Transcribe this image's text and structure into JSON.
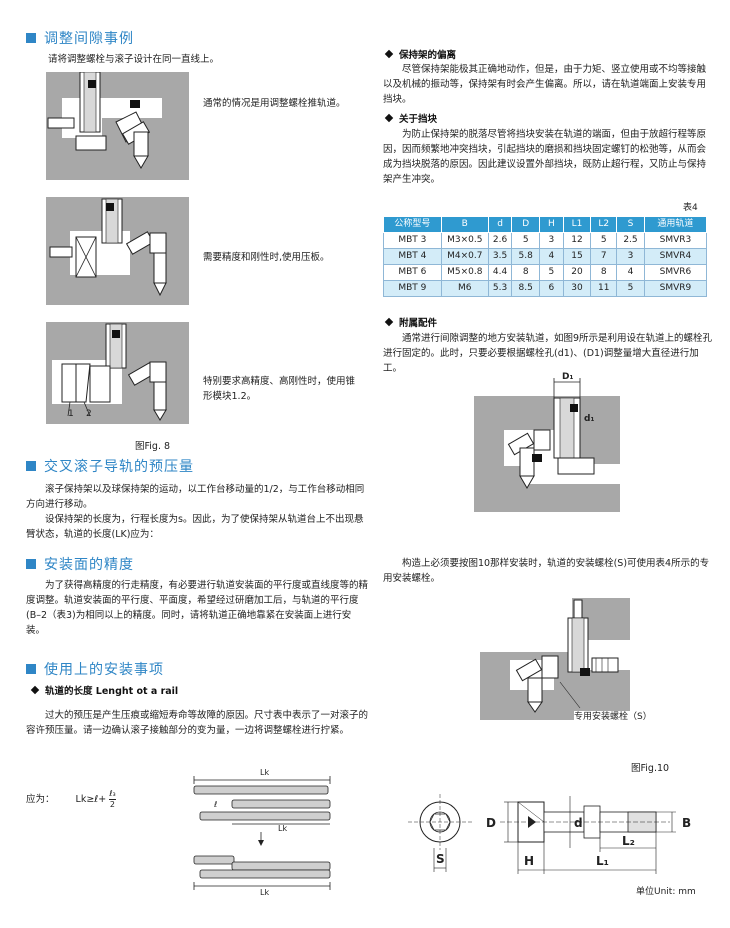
{
  "left": {
    "sec1": {
      "title": "调整间隙事例",
      "intro": "请将调整螺栓与滚子设计在同一直线上。",
      "fig1_text": "通常的情况是用调整螺栓推轨道。",
      "fig2_text": "需要精度和刚性时,使用压板。",
      "fig3_text": "特别要求高精度、高刚性时，使用锥形模块1.2。",
      "fig3_labels": [
        "1",
        "2"
      ],
      "caption": "图Fig. 8"
    },
    "sec2": {
      "title": "交叉滚子导轨的预压量",
      "p1": "滚子保持架以及球保持架的运动，以工作台移动量的1/2，与工作台移动相同方向进行移动。",
      "p2": "设保持架的长度为，行程长度为s。因此，为了使保持架从轨道台上不出现悬臂状态，轨道的长度(LK)应为："
    },
    "sec3": {
      "title": "安装面的精度",
      "p1": "为了获得高精度的行走精度，有必要进行轨道安装面的平行度或直线度等的精度调整。轨道安装面的平行度、平面度，希望经过研磨加工后，与轨道的平行度(B–2（表3)为相同以上的精度。同时，请将轨道正确地靠紧在安装面上进行安装。"
    },
    "sec4": {
      "title": "使用上的安装事项",
      "bullet": "轨道的长度 Lenght ot a rail",
      "p1": "过大的预压是产生压痕或缩短寿命等故障的原因。尺寸表中表示了一对滚子的容许预压量。请一边确认滚子接触部分的变为量，一边将调整螺栓进行拧紧。",
      "formula_label": "应为：",
      "formula": "Lk≥ℓ+",
      "formula_num": "ℓ₃",
      "formula_den": "2",
      "diagram_labels": [
        "Lk",
        "ℓ",
        "Lk",
        "Lk"
      ]
    }
  },
  "right": {
    "b1": {
      "bullet": "保持架的偏离",
      "p1": "尽管保持架能极其正确地动作，但是，由于力矩、竖立使用或不均等接触以及机械的振动等，保持架有时会产生偏离。所以，请在轨道端面上安装专用挡块。"
    },
    "b2": {
      "bullet": "关于挡块",
      "p1": "为防止保持架的脱落尽管将挡块安装在轨道的端面，但由于放超行程等原因，因而频繁地冲突挡块，引起挡块的磨损和挡块固定螺钉的松弛等，从而会成为挡块脱落的原因。因此建议设置外部挡块，既防止超行程，又防止与保持架产生冲突。"
    },
    "table": {
      "label": "表4",
      "headers": [
        "公称型号",
        "B",
        "d",
        "D",
        "H",
        "L1",
        "L2",
        "S",
        "通用轨道"
      ],
      "rows": [
        [
          "MBT 3",
          "M3×0.5",
          "2.6",
          "5",
          "3",
          "12",
          "5",
          "2.5",
          "SMVR3"
        ],
        [
          "MBT 4",
          "M4×0.7",
          "3.5",
          "5.8",
          "4",
          "15",
          "7",
          "3",
          "SMVR4"
        ],
        [
          "MBT 6",
          "M5×0.8",
          "4.4",
          "8",
          "5",
          "20",
          "8",
          "4",
          "SMVR6"
        ],
        [
          "MBT 9",
          "M6",
          "5.3",
          "8.5",
          "6",
          "30",
          "11",
          "5",
          "SMVR9"
        ]
      ]
    },
    "b3": {
      "bullet": "附属配件",
      "p1": "通常进行间隙调整的地方安装轨道，如图9所示是利用设在轨道上的螺栓孔进行固定的。此时，只要必要根据螺栓孔(d1)、(D1)调整量增大直径进行加工。",
      "fig_labels": [
        "D₁",
        "d₁"
      ]
    },
    "b4": {
      "p1": "构造上必须要按图10那样安装时，轨道的安装螺栓(S)可使用表4所示的专用安装螺栓。",
      "fig_label": "专用安装螺栓（S）",
      "caption": "图Fig.10"
    },
    "dims": {
      "labels": [
        "D",
        "S",
        "H",
        "d",
        "L₁",
        "L₂",
        "B"
      ],
      "unit": "单位Unit: mm"
    }
  }
}
